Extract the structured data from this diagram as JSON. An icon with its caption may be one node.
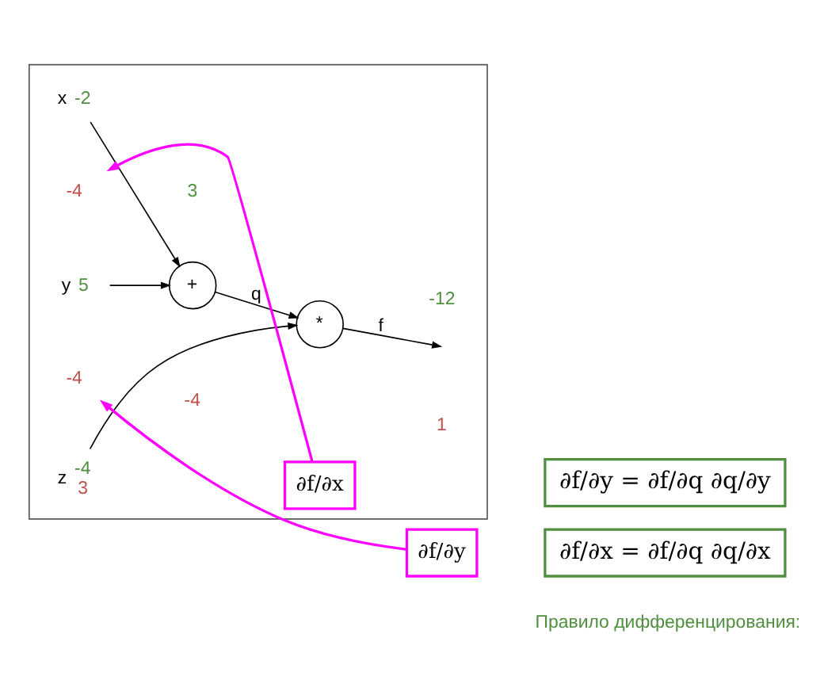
{
  "diagram": {
    "nodes": [
      {
        "text": [],
        "shape": "box"
      },
      {
        "text": [
          "x"
        ],
        "beside": [
          "-2"
        ],
        "in": 0
      },
      {
        "text": [
          "-4"
        ],
        "in": 0
      },
      {
        "text": [
          "y"
        ],
        "beside": [
          "5"
        ],
        "in": 0
      },
      {
        "text": [
          "-4"
        ],
        "in": 0
      },
      {
        "text": [
          "z"
        ],
        "beside": [
          "-4",
          "3"
        ],
        "in": 0
      },
      {
        "text": [
          "+"
        ],
        "in": 0
      },
      {
        "text": [
          "*"
        ],
        "in": 0
      },
      {
        "text": [
          "∂f/∂x"
        ],
        "in": 0
      },
      {
        "text": [
          "∂f/∂y"
        ]
      },
      {
        "text": [
          "∂f/∂y = ∂f/∂q ∂q/∂y"
        ]
      },
      {
        "text": [
          "∂f/∂x = ∂f/∂q ∂q/∂x"
        ]
      }
    ],
    "edges": [
      {
        "from": 1,
        "to": 6,
        "arrow": "to"
      },
      {
        "from": 3,
        "to": 6,
        "arrow": "to"
      },
      {
        "from": 6,
        "to": 7,
        "arrow": "to",
        "label": "q"
      },
      {
        "from": 5,
        "to": 7,
        "arrow": "to"
      },
      {
        "from": 7,
        "to": null,
        "arrow": "to",
        "label": "f"
      },
      {
        "from": 8,
        "to": 2,
        "arrow": "to",
        "color": "#ff00ff"
      },
      {
        "from": 9,
        "to": 4,
        "arrow": "to",
        "color": "#ff00ff"
      }
    ],
    "labels": [
      "3",
      "-4",
      "-12",
      "1",
      "Правило дифференцирования:"
    ]
  }
}
